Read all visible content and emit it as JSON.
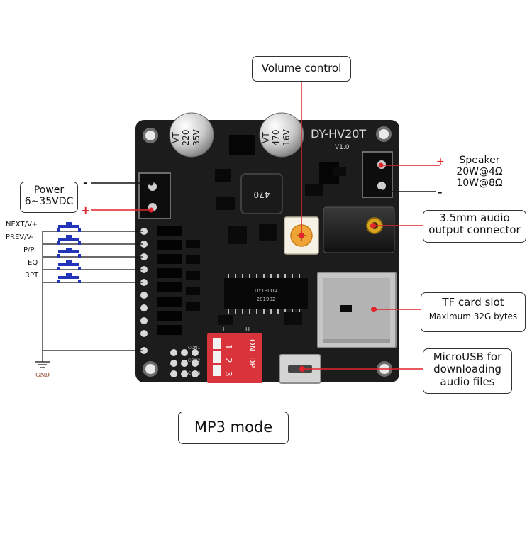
{
  "board": {
    "model": "DY-HV20T",
    "version": "V1.0",
    "cap_left": [
      "220",
      "35V",
      "VT"
    ],
    "cap_right": [
      "470",
      "16V",
      "VT"
    ],
    "inductor": "470",
    "chip_a": "DY1900A",
    "chip_b": "201902",
    "dip_on": "ON",
    "dip_dp": "DP",
    "dip_numbers": [
      "1",
      "2",
      "3"
    ],
    "dip_L": "L",
    "dip_H": "H",
    "con_labels": [
      "CON1",
      "CON2",
      "CON3"
    ]
  },
  "callouts": {
    "volume": "Volume control",
    "power_title": "Power",
    "power_range": "6~35VDC",
    "speaker_title": "Speaker",
    "speaker_line1": "20W@4Ω",
    "speaker_line2": "10W@8Ω",
    "audio_line1": "3.5mm audio",
    "audio_line2": "output connector",
    "tf_title": "TF card slot",
    "tf_sub": "Maximum 32G bytes",
    "usb_line1": "MicroUSB for",
    "usb_line2": "downloading",
    "usb_line3": "audio files",
    "mode": "MP3 mode"
  },
  "signs": {
    "minus": "-",
    "plus": "+"
  },
  "buttons": [
    "NEXT/V+",
    "PREV/V-",
    "P/P",
    "EQ",
    "RPT"
  ],
  "gnd": "GND",
  "colors": {
    "pcb": "#1c1c1c",
    "leader_red": "#e0262c",
    "leader_black": "#111111",
    "button_blue": "#2235b8",
    "dip_red": "#d9343b",
    "pot_orange": "#f0a436"
  }
}
